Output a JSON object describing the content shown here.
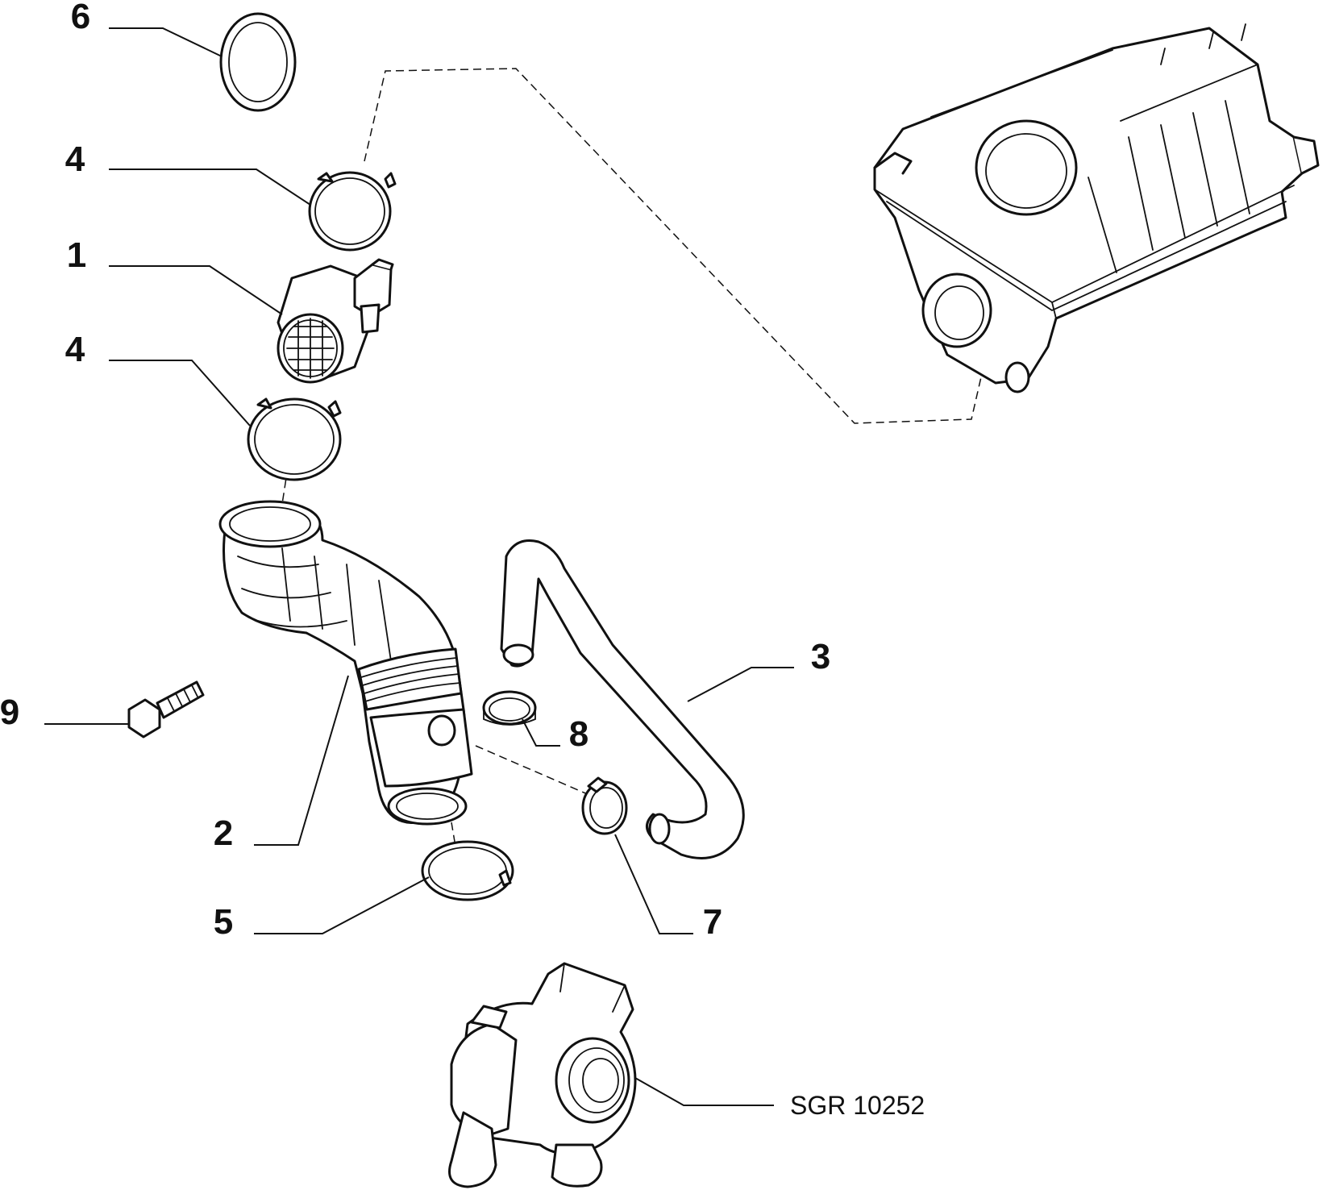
{
  "diagram": {
    "labels": [
      {
        "id": "label-6",
        "text": "6"
      },
      {
        "id": "label-4a",
        "text": "4"
      },
      {
        "id": "label-1",
        "text": "1"
      },
      {
        "id": "label-4b",
        "text": "4"
      },
      {
        "id": "label-9",
        "text": "9"
      },
      {
        "id": "label-3",
        "text": "3"
      },
      {
        "id": "label-8",
        "text": "8"
      },
      {
        "id": "label-2",
        "text": "2"
      },
      {
        "id": "label-5",
        "text": "5"
      },
      {
        "id": "label-7",
        "text": "7"
      }
    ],
    "reference": "SGR 10252"
  },
  "colors": {
    "line": "#111111",
    "background": "#ffffff"
  }
}
